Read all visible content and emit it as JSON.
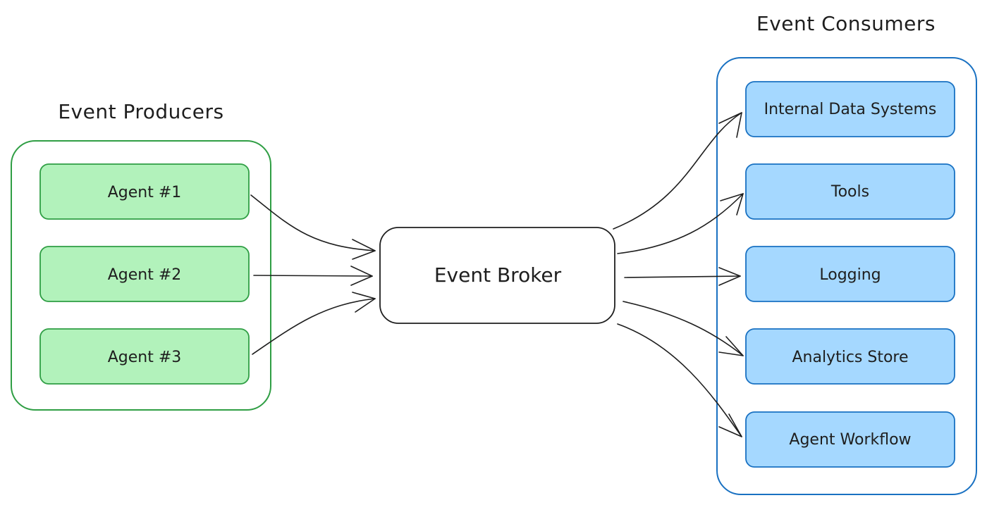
{
  "producers": {
    "title": "Event Producers",
    "items": [
      {
        "label": "Agent #1"
      },
      {
        "label": "Agent #2"
      },
      {
        "label": "Agent #3"
      }
    ],
    "group_stroke": "#2f9e44",
    "item_fill": "#b2f2bb"
  },
  "broker": {
    "label": "Event Broker"
  },
  "consumers": {
    "title": "Event Consumers",
    "items": [
      {
        "label": "Internal Data Systems"
      },
      {
        "label": "Tools"
      },
      {
        "label": "Logging"
      },
      {
        "label": "Analytics Store"
      },
      {
        "label": "Agent Workflow"
      }
    ],
    "group_stroke": "#1971c2",
    "item_fill": "#a5d8ff"
  },
  "colors": {
    "ink": "#1e1e1e",
    "background": "#ffffff"
  }
}
